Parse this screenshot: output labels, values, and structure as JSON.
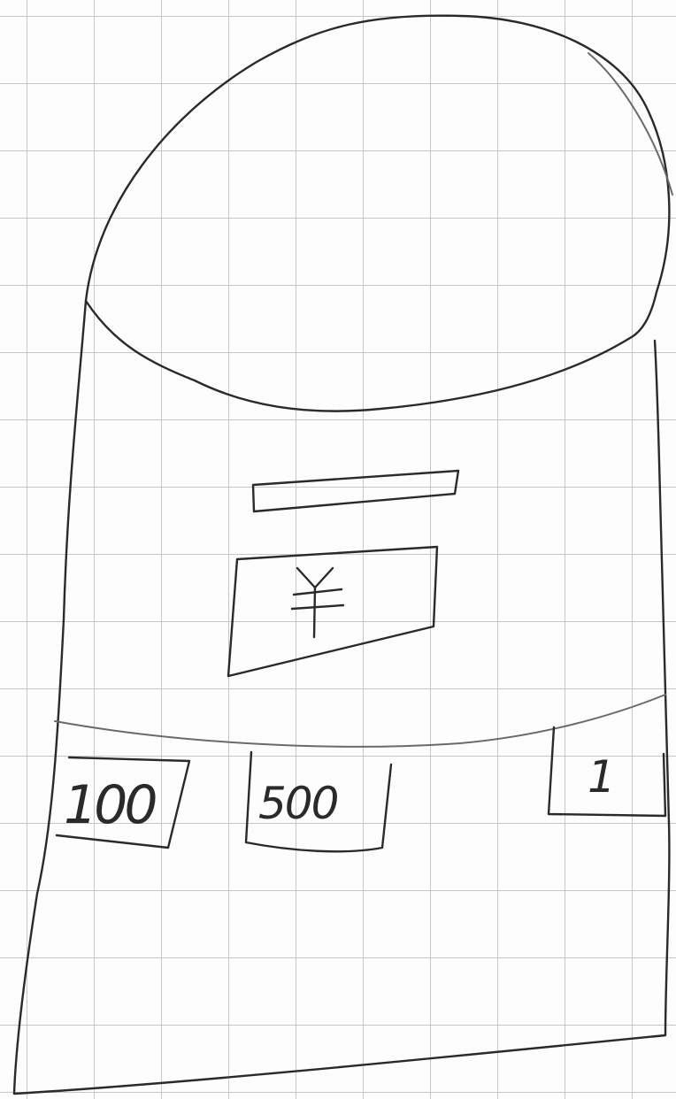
{
  "sketch": {
    "top_area": {
      "description_label": ""
    },
    "text_bar": {
      "text": ""
    },
    "amount_display": {
      "currency_symbol": "¥"
    },
    "buttons": [
      {
        "label": "100"
      },
      {
        "label": "500"
      },
      {
        "label": "1"
      }
    ]
  }
}
